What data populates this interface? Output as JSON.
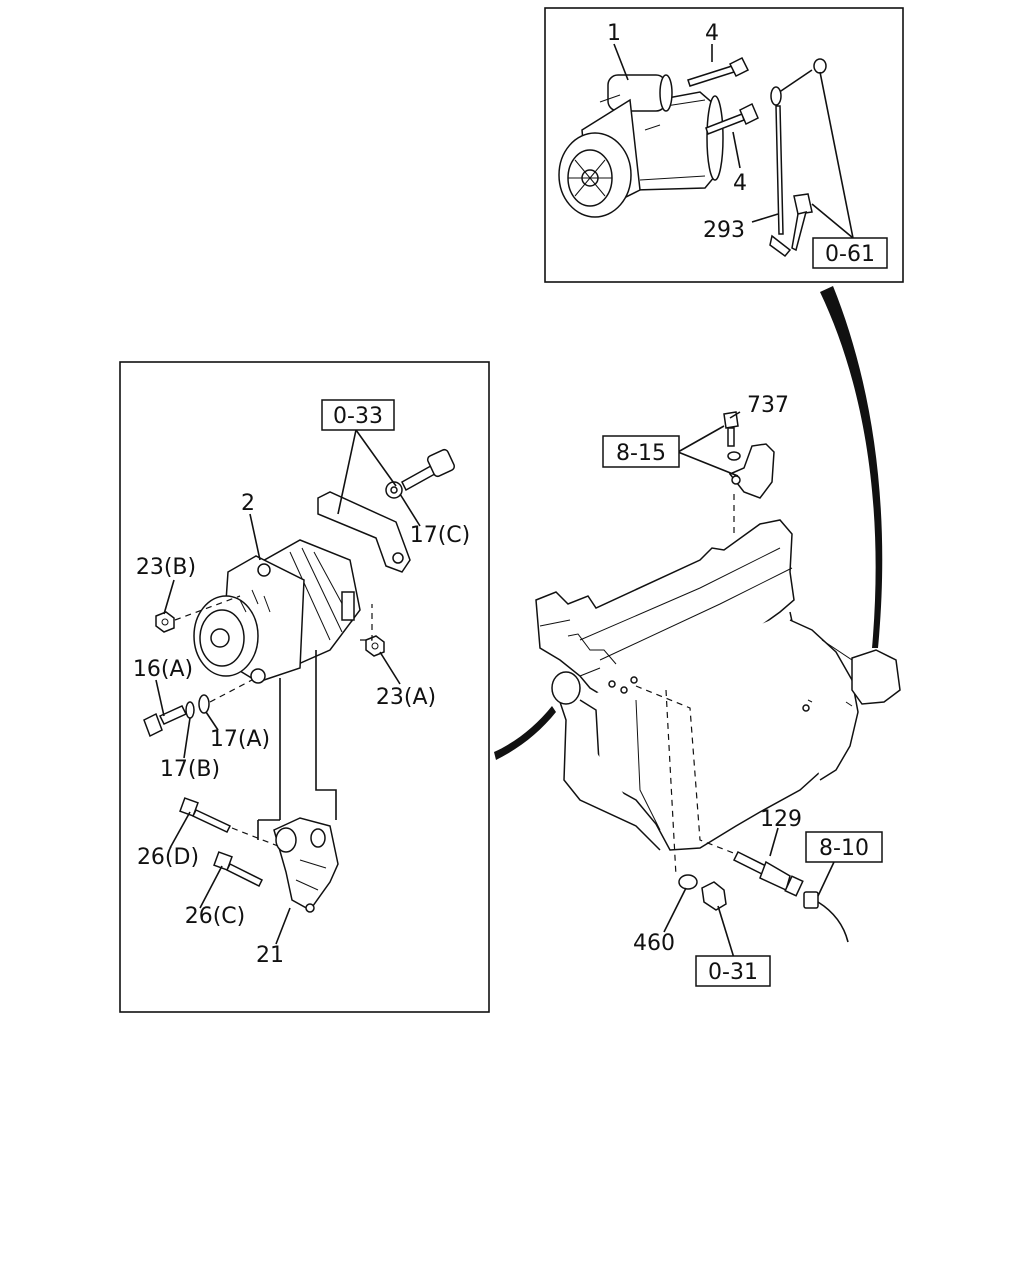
{
  "labels": {
    "p1": "1",
    "p4_top": "4",
    "p4_bottom": "4",
    "p293": "293",
    "ref_0_61": "0-61",
    "ref_0_33": "0-33",
    "p2": "2",
    "p23B": "23(B)",
    "p17C": "17(C)",
    "p16A": "16(A)",
    "p23A": "23(A)",
    "p17A": "17(A)",
    "p17B": "17(B)",
    "p26D": "26(D)",
    "p26C": "26(C)",
    "p21": "21",
    "p737": "737",
    "ref_8_15": "8-15",
    "p129": "129",
    "ref_8_10": "8-10",
    "p460": "460",
    "ref_0_31": "0-31"
  }
}
